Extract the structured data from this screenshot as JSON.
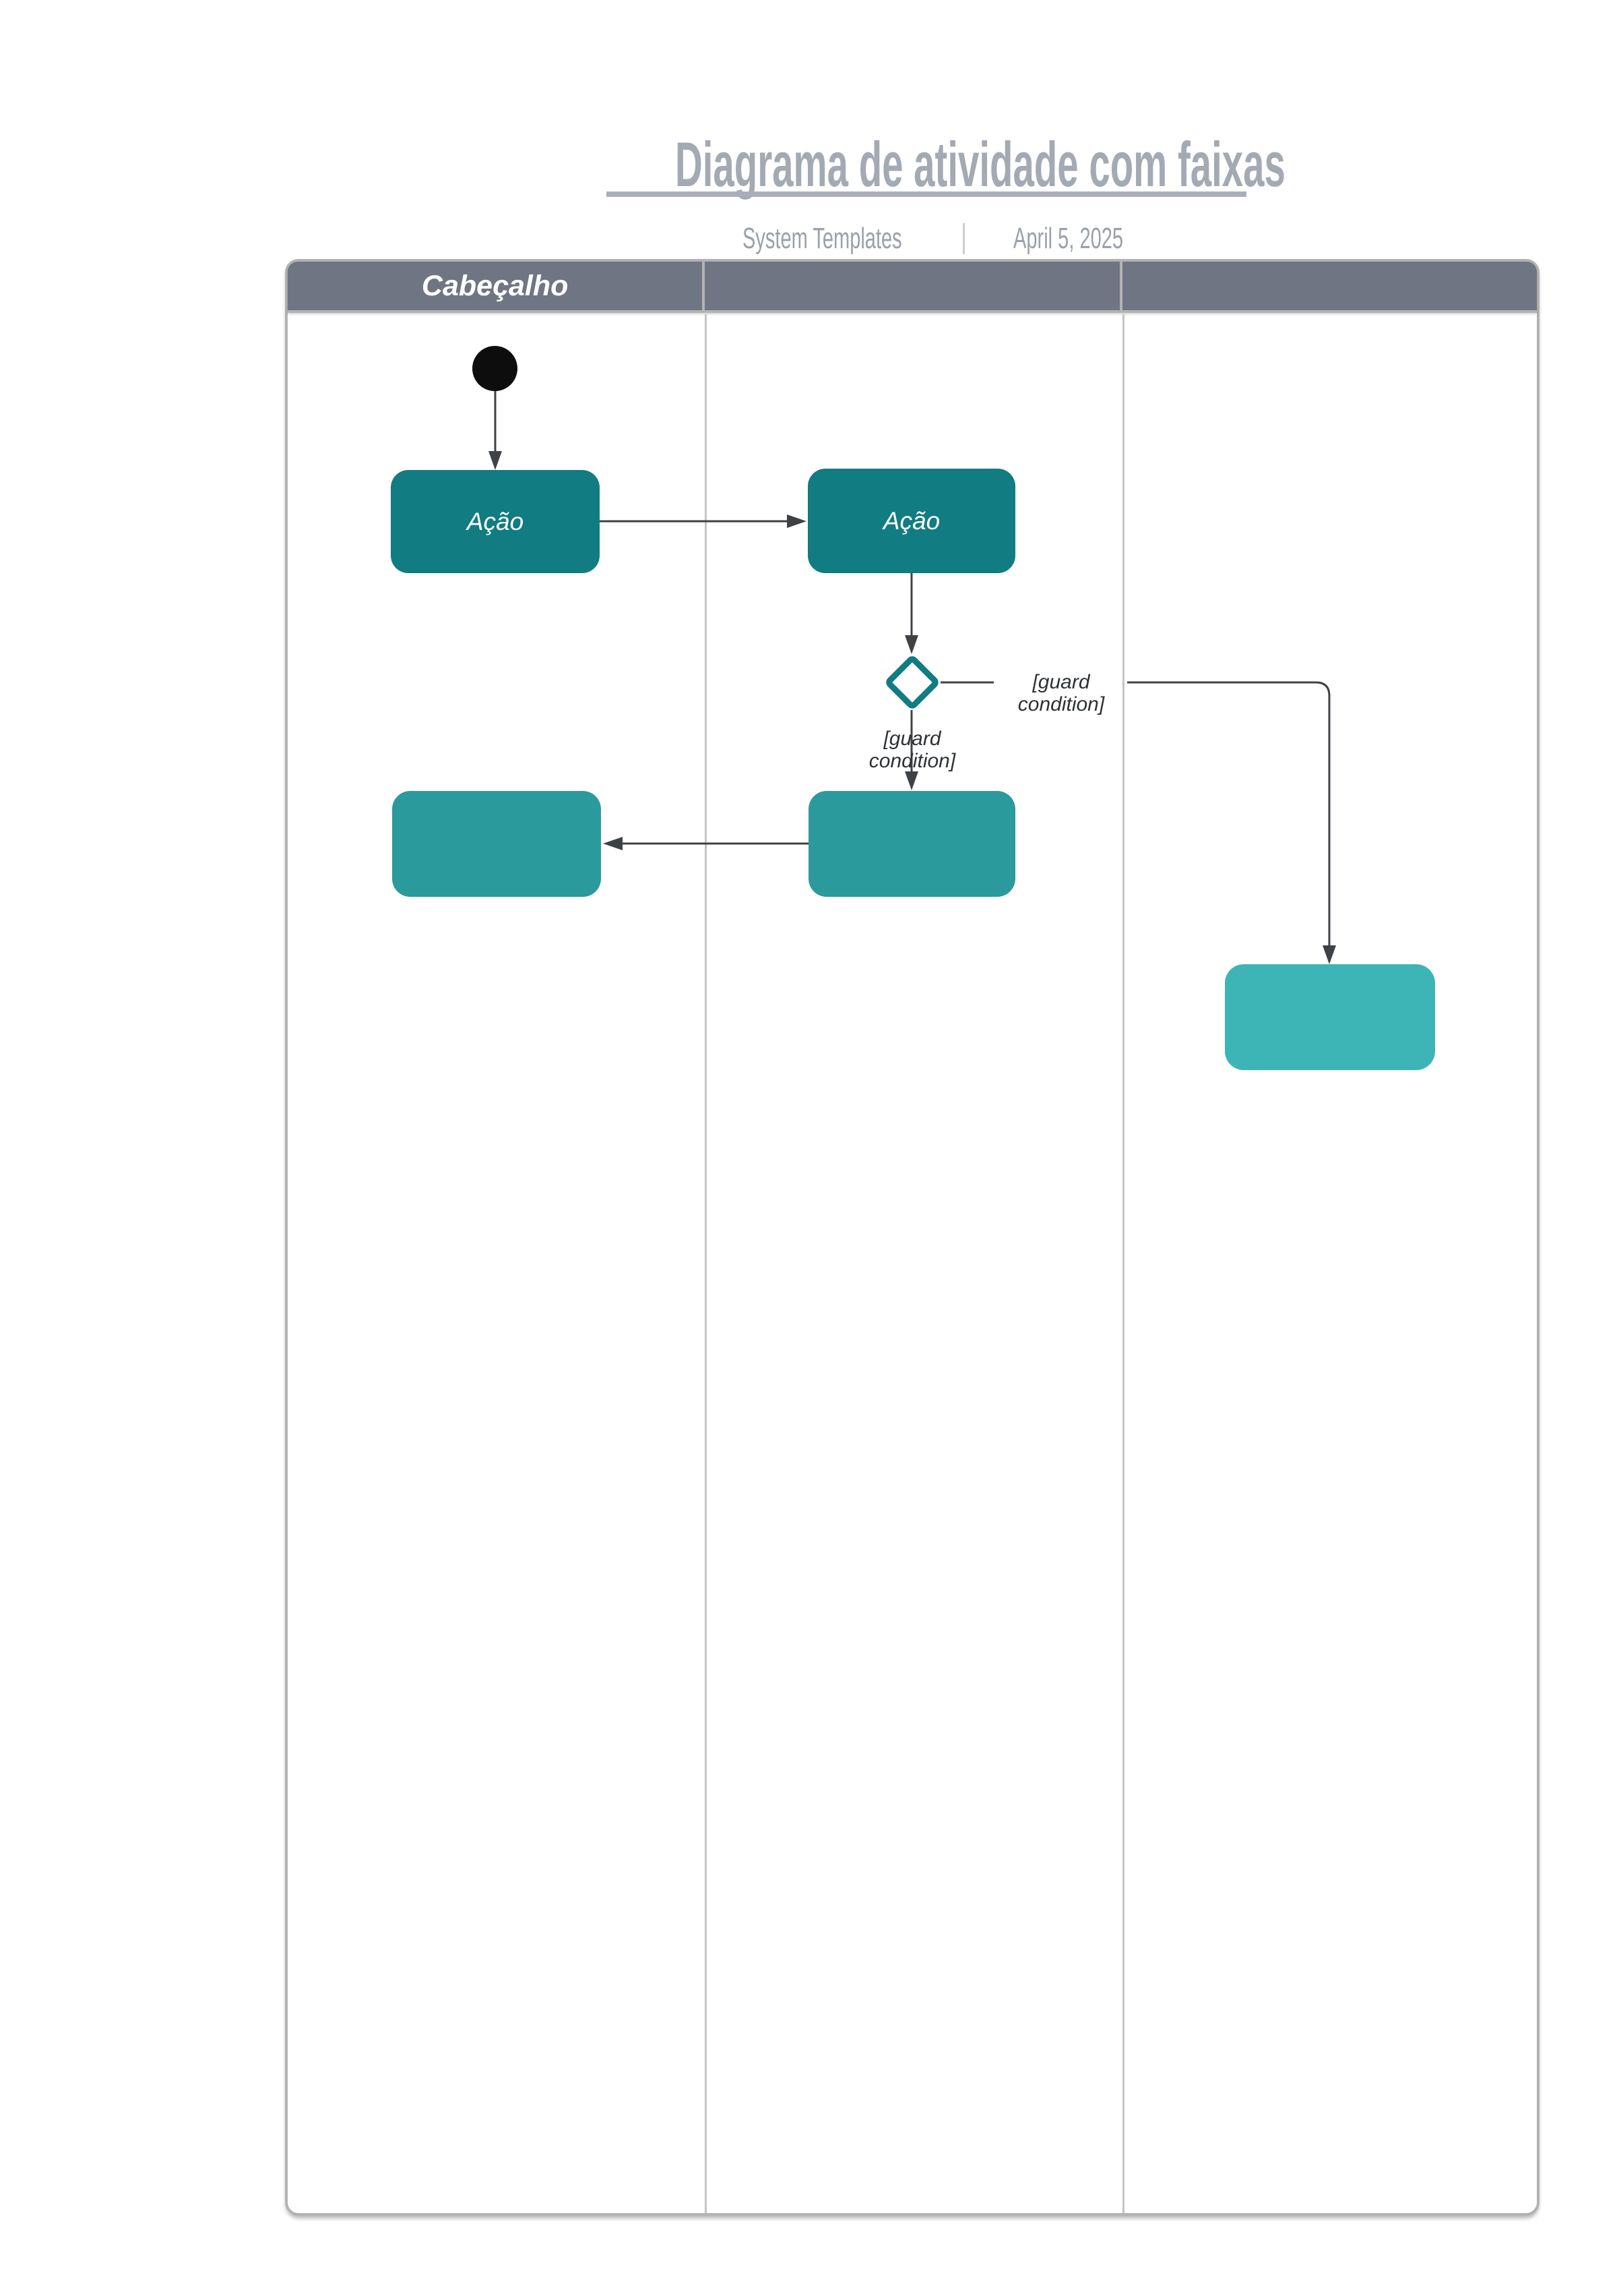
{
  "page": {
    "title": "Diagrama de atividade com faixas",
    "subtitle": {
      "source": "System Templates",
      "date": "April 5, 2025"
    }
  },
  "swimlanes": {
    "lanes": [
      {
        "header": "Cabeçalho"
      },
      {
        "header": ""
      },
      {
        "header": ""
      }
    ]
  },
  "diagram": {
    "initial_node": "initial-node",
    "actions": [
      {
        "label": "Ação"
      },
      {
        "label": "Ação"
      }
    ],
    "activities": [
      {
        "label": ""
      },
      {
        "label": ""
      },
      {
        "label": ""
      }
    ],
    "decision": {
      "shape": "diamond",
      "guards": [
        {
          "label": "[guard condition]"
        },
        {
          "label": "[guard condition]"
        }
      ]
    }
  },
  "colors": {
    "title_gray": "#a4aab3",
    "underline_gray": "#a9afb8",
    "subtitle_gray": "#9ba1ab",
    "separator_gray": "#c9cdd2",
    "frame_gray": "#b3b3b3",
    "divider_gray": "#c4c4c4",
    "header_bg": "#6f7583",
    "header_text": "#ffffff",
    "teal_dark": "#117c82",
    "teal_mid": "#2b9a9c",
    "teal_light": "#3db5b6",
    "node_black": "#0d0d0d",
    "line_gray": "#3f4245",
    "guard_text": "#2e3235"
  }
}
